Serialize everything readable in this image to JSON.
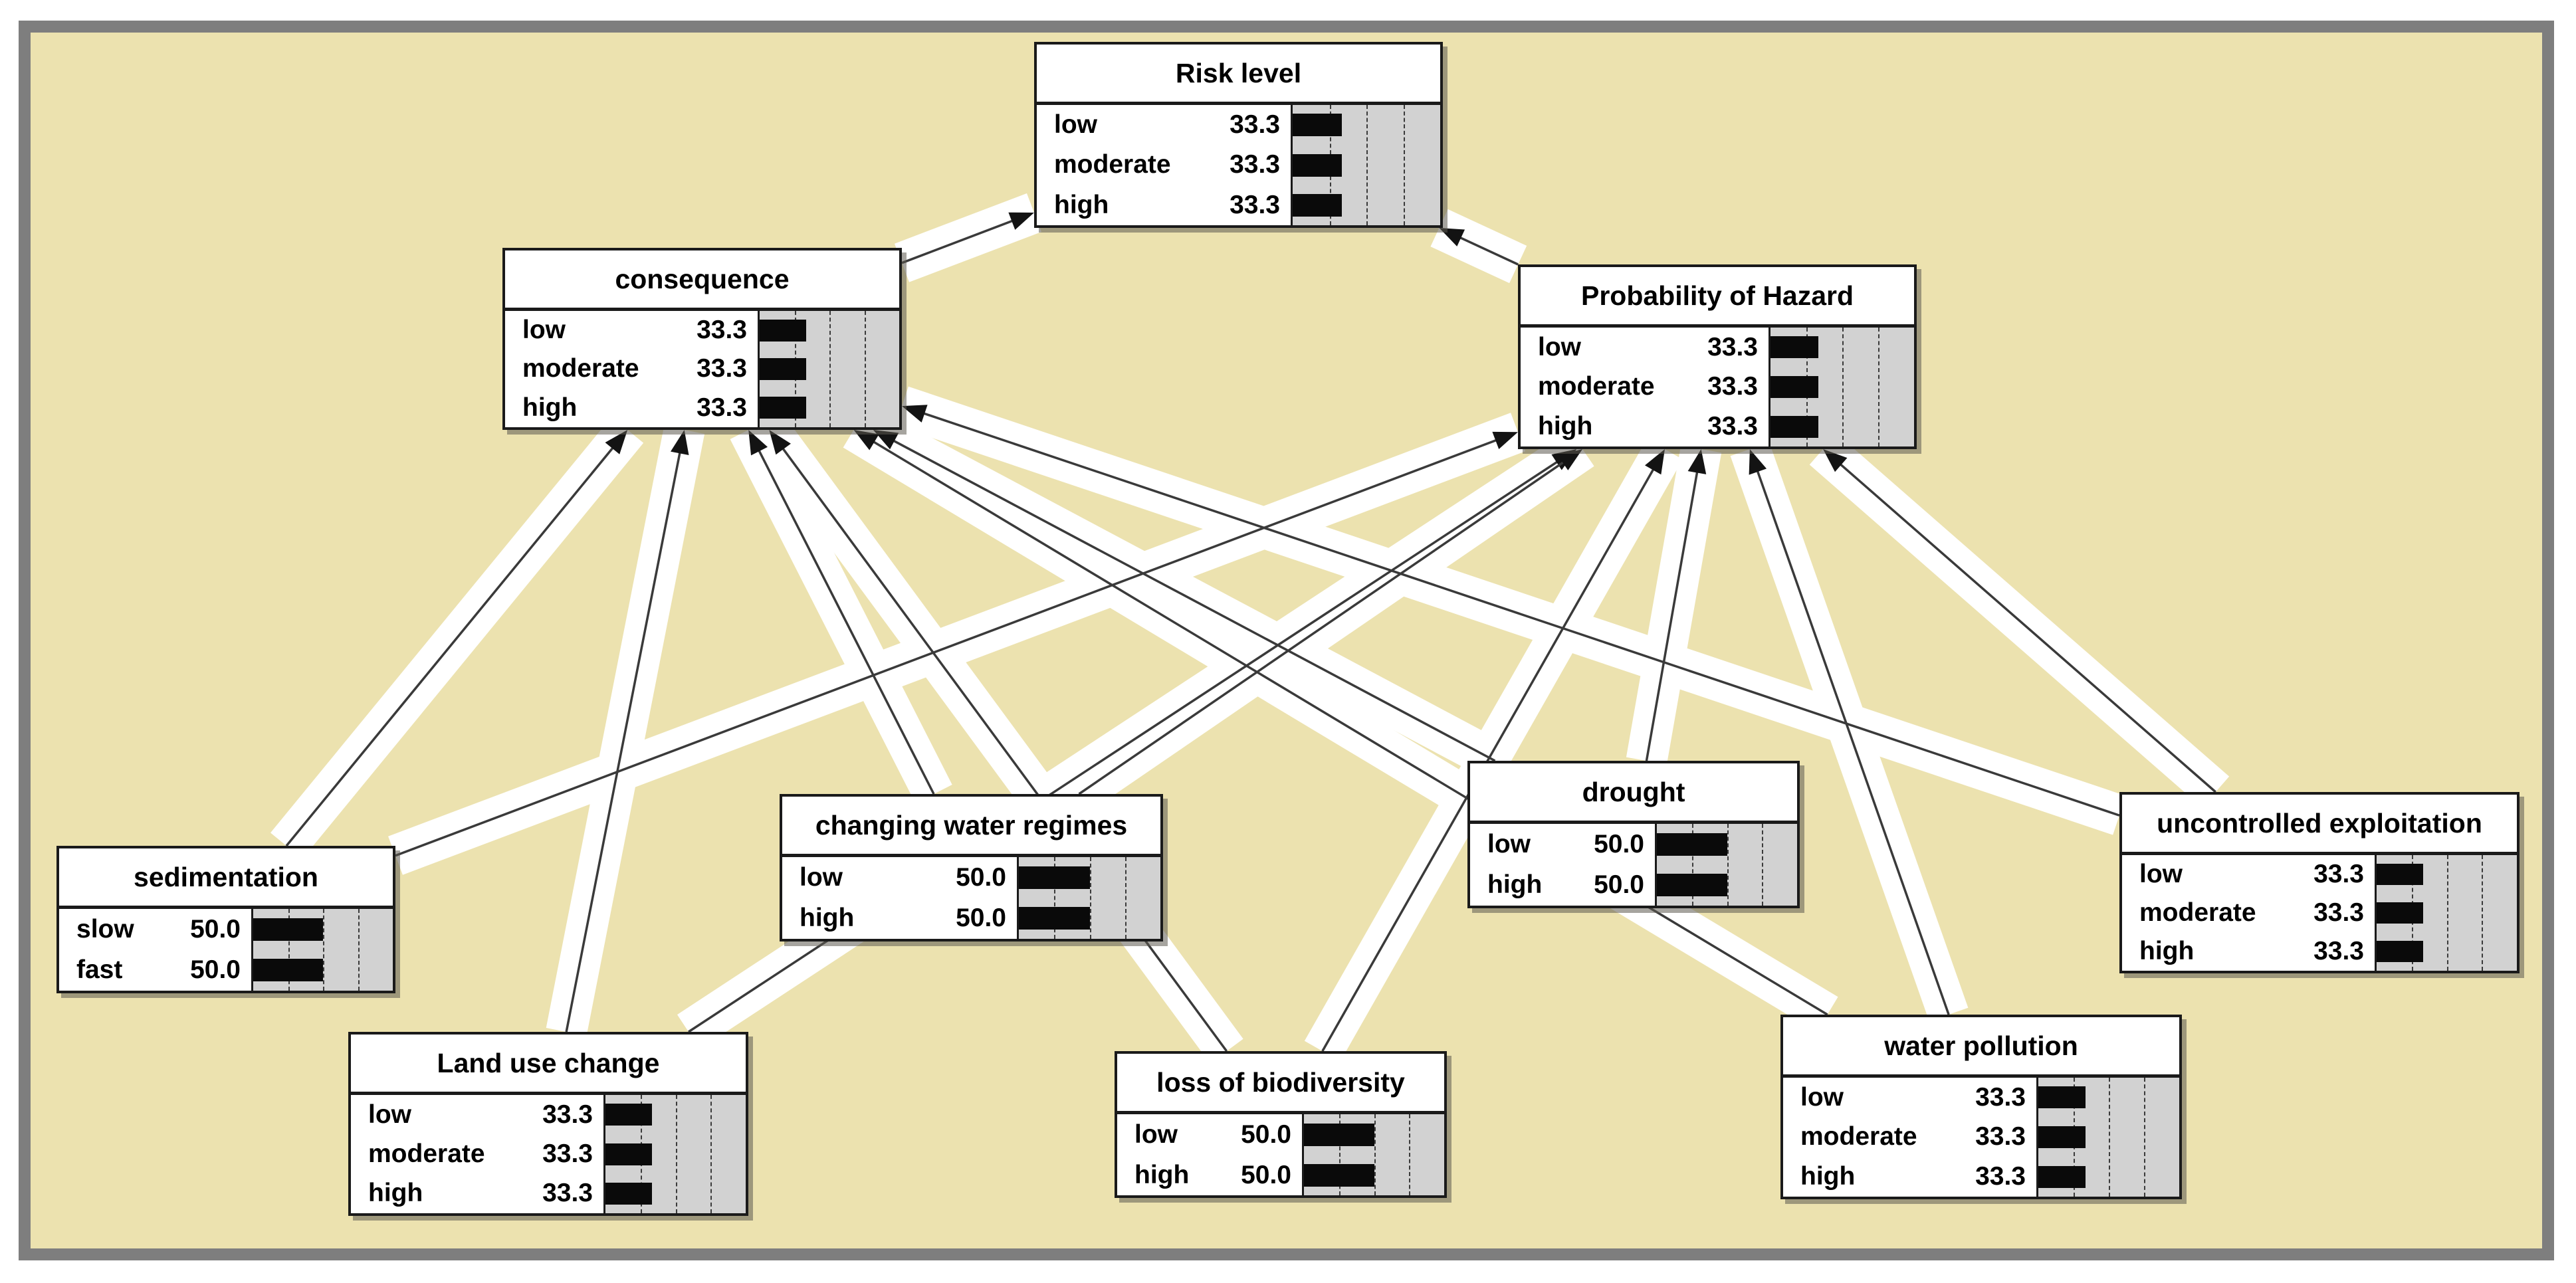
{
  "diagram": {
    "type": "bayesian-belief-network",
    "colors": {
      "canvas_background": "#ece2af",
      "frame": "#7e7e7e",
      "outer_margin": "#ffffff",
      "node_background": "#ffffff",
      "node_border": "#1a1a1a",
      "bar_area_background": "#d2d2d2",
      "belief_bar": "#0a0a0a",
      "arrow": "#3a3a3a",
      "text": "#000000"
    }
  },
  "nodes": [
    {
      "id": "risk_level",
      "title": "Risk level",
      "states": [
        {
          "label": "low",
          "value": "33.3",
          "pct": 33.3
        },
        {
          "label": "moderate",
          "value": "33.3",
          "pct": 33.3
        },
        {
          "label": "high",
          "value": "33.3",
          "pct": 33.3
        }
      ]
    },
    {
      "id": "consequence",
      "title": "consequence",
      "states": [
        {
          "label": "low",
          "value": "33.3",
          "pct": 33.3
        },
        {
          "label": "moderate",
          "value": "33.3",
          "pct": 33.3
        },
        {
          "label": "high",
          "value": "33.3",
          "pct": 33.3
        }
      ]
    },
    {
      "id": "prob_hazard",
      "title": "Probability of Hazard",
      "states": [
        {
          "label": "low",
          "value": "33.3",
          "pct": 33.3
        },
        {
          "label": "moderate",
          "value": "33.3",
          "pct": 33.3
        },
        {
          "label": "high",
          "value": "33.3",
          "pct": 33.3
        }
      ]
    },
    {
      "id": "sedimentation",
      "title": "sedimentation",
      "states": [
        {
          "label": "slow",
          "value": "50.0",
          "pct": 50
        },
        {
          "label": "fast",
          "value": "50.0",
          "pct": 50
        }
      ]
    },
    {
      "id": "land_use",
      "title": "Land use change",
      "states": [
        {
          "label": "low",
          "value": "33.3",
          "pct": 33.3
        },
        {
          "label": "moderate",
          "value": "33.3",
          "pct": 33.3
        },
        {
          "label": "high",
          "value": "33.3",
          "pct": 33.3
        }
      ]
    },
    {
      "id": "changing_water",
      "title": "changing water regimes",
      "states": [
        {
          "label": "low",
          "value": "50.0",
          "pct": 50
        },
        {
          "label": "high",
          "value": "50.0",
          "pct": 50
        }
      ]
    },
    {
      "id": "biodiversity",
      "title": "loss of biodiversity",
      "states": [
        {
          "label": "low",
          "value": "50.0",
          "pct": 50
        },
        {
          "label": "high",
          "value": "50.0",
          "pct": 50
        }
      ]
    },
    {
      "id": "drought",
      "title": "drought",
      "states": [
        {
          "label": "low",
          "value": "50.0",
          "pct": 50
        },
        {
          "label": "high",
          "value": "50.0",
          "pct": 50
        }
      ]
    },
    {
      "id": "water_pollution",
      "title": "water pollution",
      "states": [
        {
          "label": "low",
          "value": "33.3",
          "pct": 33.3
        },
        {
          "label": "moderate",
          "value": "33.3",
          "pct": 33.3
        },
        {
          "label": "high",
          "value": "33.3",
          "pct": 33.3
        }
      ]
    },
    {
      "id": "uncontrolled",
      "title": "uncontrolled exploitation",
      "states": [
        {
          "label": "low",
          "value": "33.3",
          "pct": 33.3
        },
        {
          "label": "moderate",
          "value": "33.3",
          "pct": 33.3
        },
        {
          "label": "high",
          "value": "33.3",
          "pct": 33.3
        }
      ]
    }
  ],
  "edges": [
    {
      "from": "consequence",
      "to": "risk_level"
    },
    {
      "from": "prob_hazard",
      "to": "risk_level"
    },
    {
      "from": "sedimentation",
      "to": "consequence"
    },
    {
      "from": "sedimentation",
      "to": "prob_hazard"
    },
    {
      "from": "land_use",
      "to": "consequence"
    },
    {
      "from": "land_use",
      "to": "prob_hazard"
    },
    {
      "from": "changing_water",
      "to": "consequence"
    },
    {
      "from": "changing_water",
      "to": "prob_hazard"
    },
    {
      "from": "biodiversity",
      "to": "consequence"
    },
    {
      "from": "biodiversity",
      "to": "prob_hazard"
    },
    {
      "from": "drought",
      "to": "consequence"
    },
    {
      "from": "drought",
      "to": "prob_hazard"
    },
    {
      "from": "water_pollution",
      "to": "consequence"
    },
    {
      "from": "water_pollution",
      "to": "prob_hazard"
    },
    {
      "from": "uncontrolled",
      "to": "consequence"
    },
    {
      "from": "uncontrolled",
      "to": "prob_hazard"
    }
  ]
}
